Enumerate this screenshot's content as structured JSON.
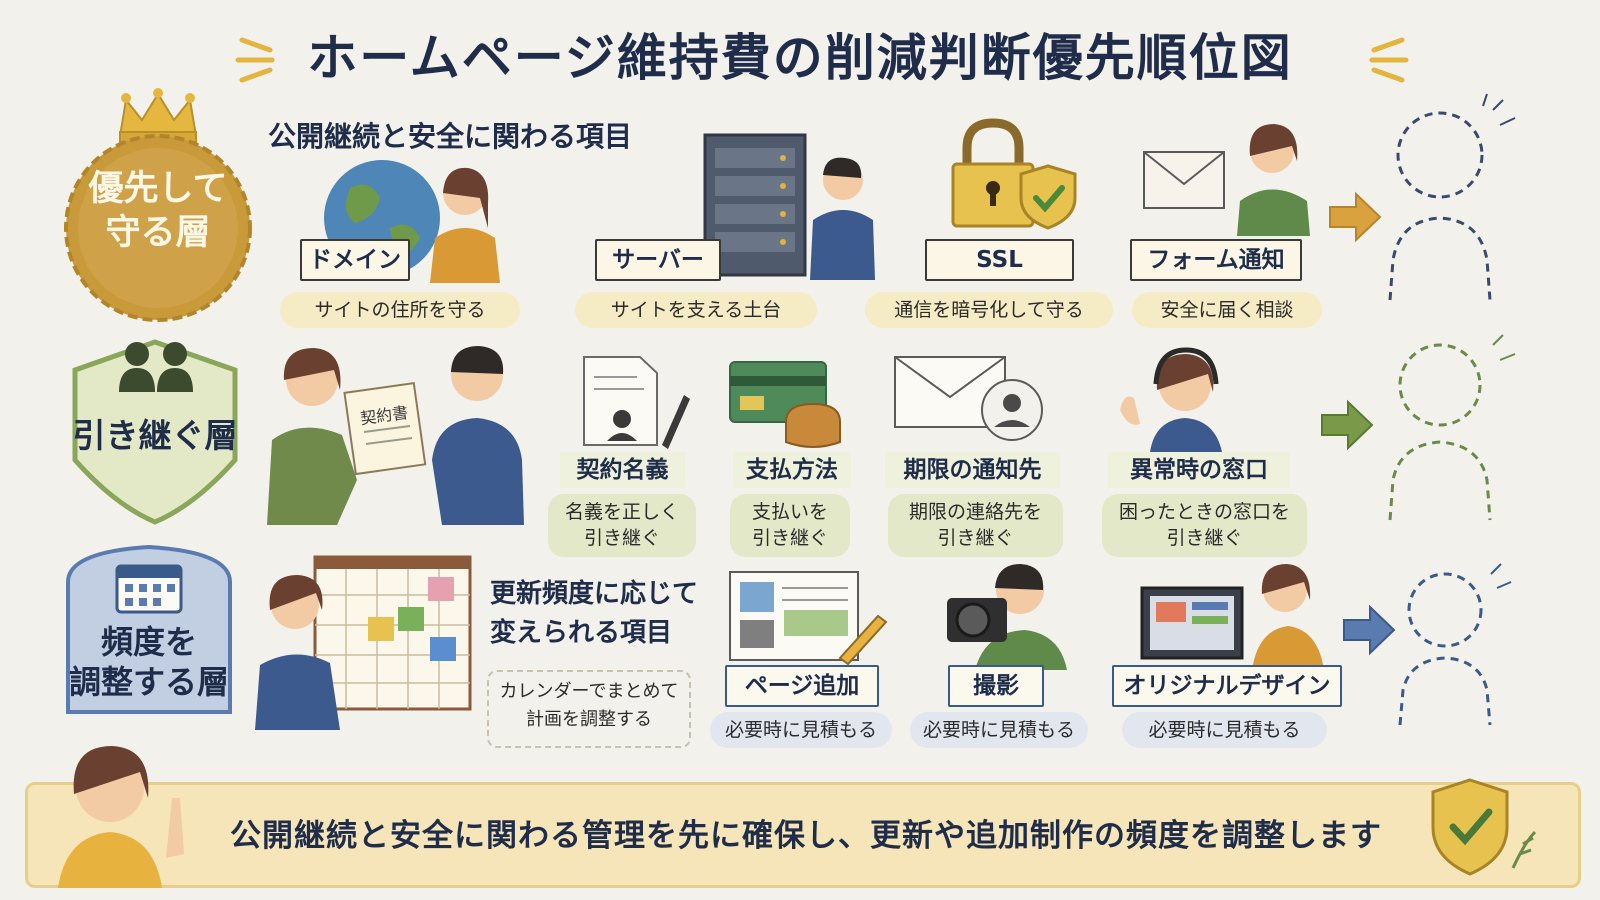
{
  "title": "ホームページ維持費の削減判断優先順位図",
  "tiers": [
    {
      "name": "優先して守る層",
      "heading": "公開継続と安全に関わる項目",
      "items": [
        {
          "label": "ドメイン",
          "desc": "サイトの住所を守る"
        },
        {
          "label": "サーバー",
          "desc": "サイトを支える土台"
        },
        {
          "label": "SSL",
          "desc": "通信を暗号化して守る"
        },
        {
          "label": "フォーム通知",
          "desc": "安全に届く相談"
        }
      ]
    },
    {
      "name": "引き継ぐ層",
      "document_label": "契約書",
      "items": [
        {
          "label": "契約名義",
          "desc_line1": "名義を正しく",
          "desc_line2": "引き継ぐ"
        },
        {
          "label": "支払方法",
          "desc_line1": "支払いを",
          "desc_line2": "引き継ぐ"
        },
        {
          "label": "期限の通知先",
          "desc_line1": "期限の連絡先を",
          "desc_line2": "引き継ぐ"
        },
        {
          "label": "異常時の窓口",
          "desc_line1": "困ったときの窓口を",
          "desc_line2": "引き継ぐ"
        }
      ]
    },
    {
      "name_line1": "頻度を",
      "name_line2": "調整する層",
      "heading_line1": "更新頻度に応じて",
      "heading_line2": "変えられる項目",
      "note_line1": "カレンダーでまとめて",
      "note_line2": "計画を調整する",
      "items": [
        {
          "label": "ページ追加",
          "desc": "必要時に見積もる"
        },
        {
          "label": "撮影",
          "desc": "必要時に見積もる"
        },
        {
          "label": "オリジナルデザイン",
          "desc": "必要時に見積もる"
        }
      ]
    }
  ],
  "summary": "公開継続と安全に関わる管理を先に確保し、更新や追加制作の頻度を調整します",
  "colors": {
    "gold": "#c9a03c",
    "green": "#8aa65a",
    "blue": "#5a7bb0",
    "navy": "#1f2d4a",
    "background": "#f3f1ec"
  }
}
